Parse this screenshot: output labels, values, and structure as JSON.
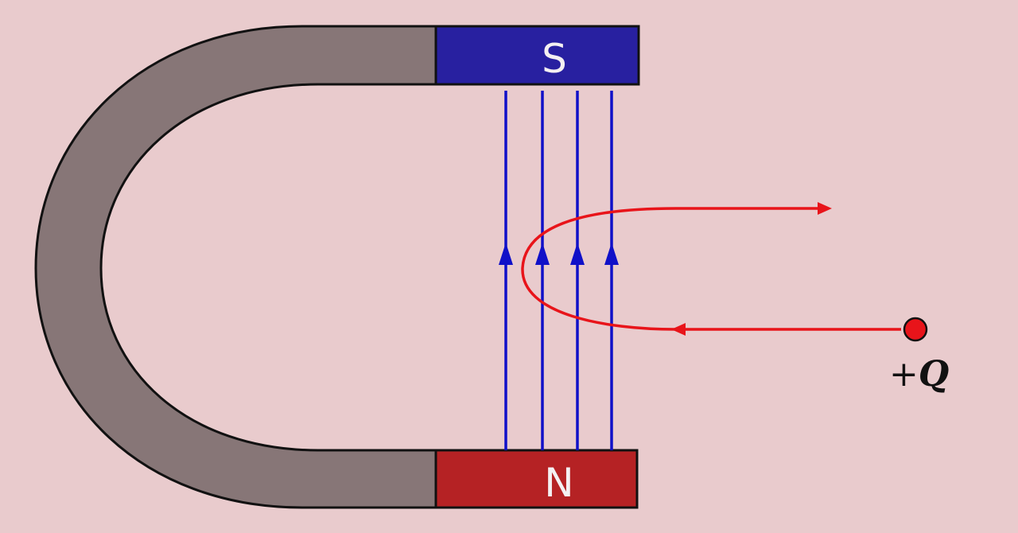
{
  "colors": {
    "background": "#e9cbcd",
    "magnet_body": "#877677",
    "south_pole": "#2820a0",
    "north_pole": "#b52224",
    "pole_text": "#f4f0f2",
    "outline": "#111111",
    "field_lines": "#1010c8",
    "particle_path": "#e8141a",
    "charge_fill": "#e8141a",
    "charge_text": "#111111"
  },
  "magnet": {
    "south_label": "S",
    "north_label": "N"
  },
  "field": {
    "line_count": 4,
    "direction": "up"
  },
  "charge": {
    "sign": "+",
    "symbol": "Q"
  }
}
